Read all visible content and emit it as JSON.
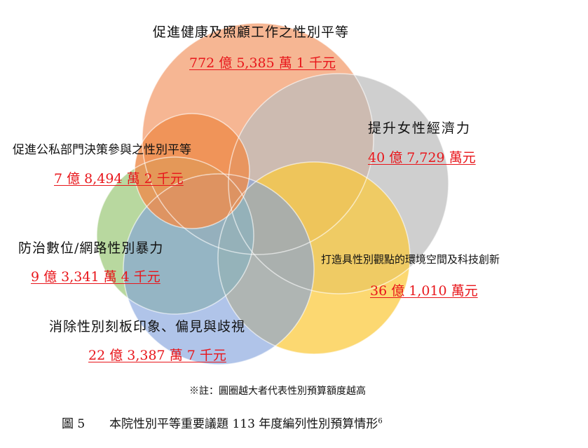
{
  "issues": [
    {
      "key": "health",
      "label": "促進健康及照顧工作之性別平等",
      "amount": "772 億 5,385 萬 1 千元",
      "color": "#f4a67b"
    },
    {
      "key": "economy",
      "label": "提升女性經濟力",
      "amount": "40 億 7,729 萬元",
      "color": "#bcbcbc"
    },
    {
      "key": "decision",
      "label": "促進公私部門決策參與之性別平等",
      "amount": "7 億 8,494 萬 2 千元",
      "color": "#ee8c4d"
    },
    {
      "key": "environment",
      "label": "打造具性別觀點的環境空間及科技創新",
      "amount": "36 億 1,010 萬元",
      "color": "#fbc93a"
    },
    {
      "key": "violence",
      "label": "防治數位/網路性別暴力",
      "amount": "9 億 3,341 萬 4 千元",
      "color": "#a8cf8a"
    },
    {
      "key": "stereotype",
      "label": "消除性別刻板印象、偏見與歧視",
      "amount": "22 億 3,387 萬 7 千元",
      "color": "#7f9fdb"
    }
  ],
  "note": "※註：圓圈越大者代表性別預算額度越高",
  "caption": {
    "label": "圖 5",
    "text": "本院性別平等重要議題 113 年度編列性別預算情形",
    "footnote": "6"
  }
}
